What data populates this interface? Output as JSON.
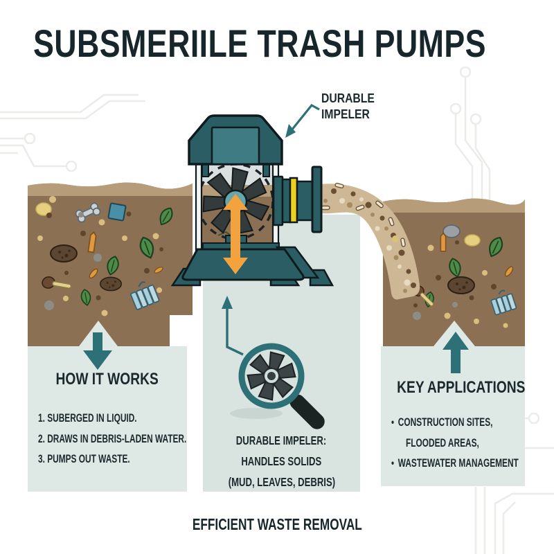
{
  "title": "SUBSMERIILE TRASH PUMPS",
  "pump_label": {
    "line1": "DURABLE",
    "line2": "IMPELER"
  },
  "how_it_works": {
    "heading": "HOW IT WORKS",
    "steps": [
      "1. SUBERGED IN LIQUID.",
      "2. DRAWS IN DEBRIS-LADEN WATER.",
      "3. PUMPS OUT WASTE."
    ]
  },
  "impeller_callout": {
    "line1": "DURABLE IMPELER:",
    "line2": "HANDLES SOLIDS",
    "line3": "(MUD, LEAVES, DEBRIS)"
  },
  "key_applications": {
    "heading": "KEY APPLICATIONS",
    "bullet": "•",
    "items": [
      "CONSTRUCTION SITES,",
      "FLOODED AREAS,",
      "WASTEWATER MANAGEMENT"
    ]
  },
  "footer": "EFFICIENT WASTE REMOVAL",
  "colors": {
    "ink": "#1b292c",
    "teal_dark": "#2a5d64",
    "teal_inner": "#3f7b82",
    "teal_accent": "#2d7078",
    "hub_teal": "#67a7ac",
    "orange_arrow": "#f3a23e",
    "yellow_coupling": "#eed01e",
    "pool_brown": "#8c7053",
    "pool_surface_tan": "#b69c78",
    "stream_tan": "#cdb795",
    "panel_bg": "#dee8e4",
    "circuit_trace": "#e9ece8"
  }
}
